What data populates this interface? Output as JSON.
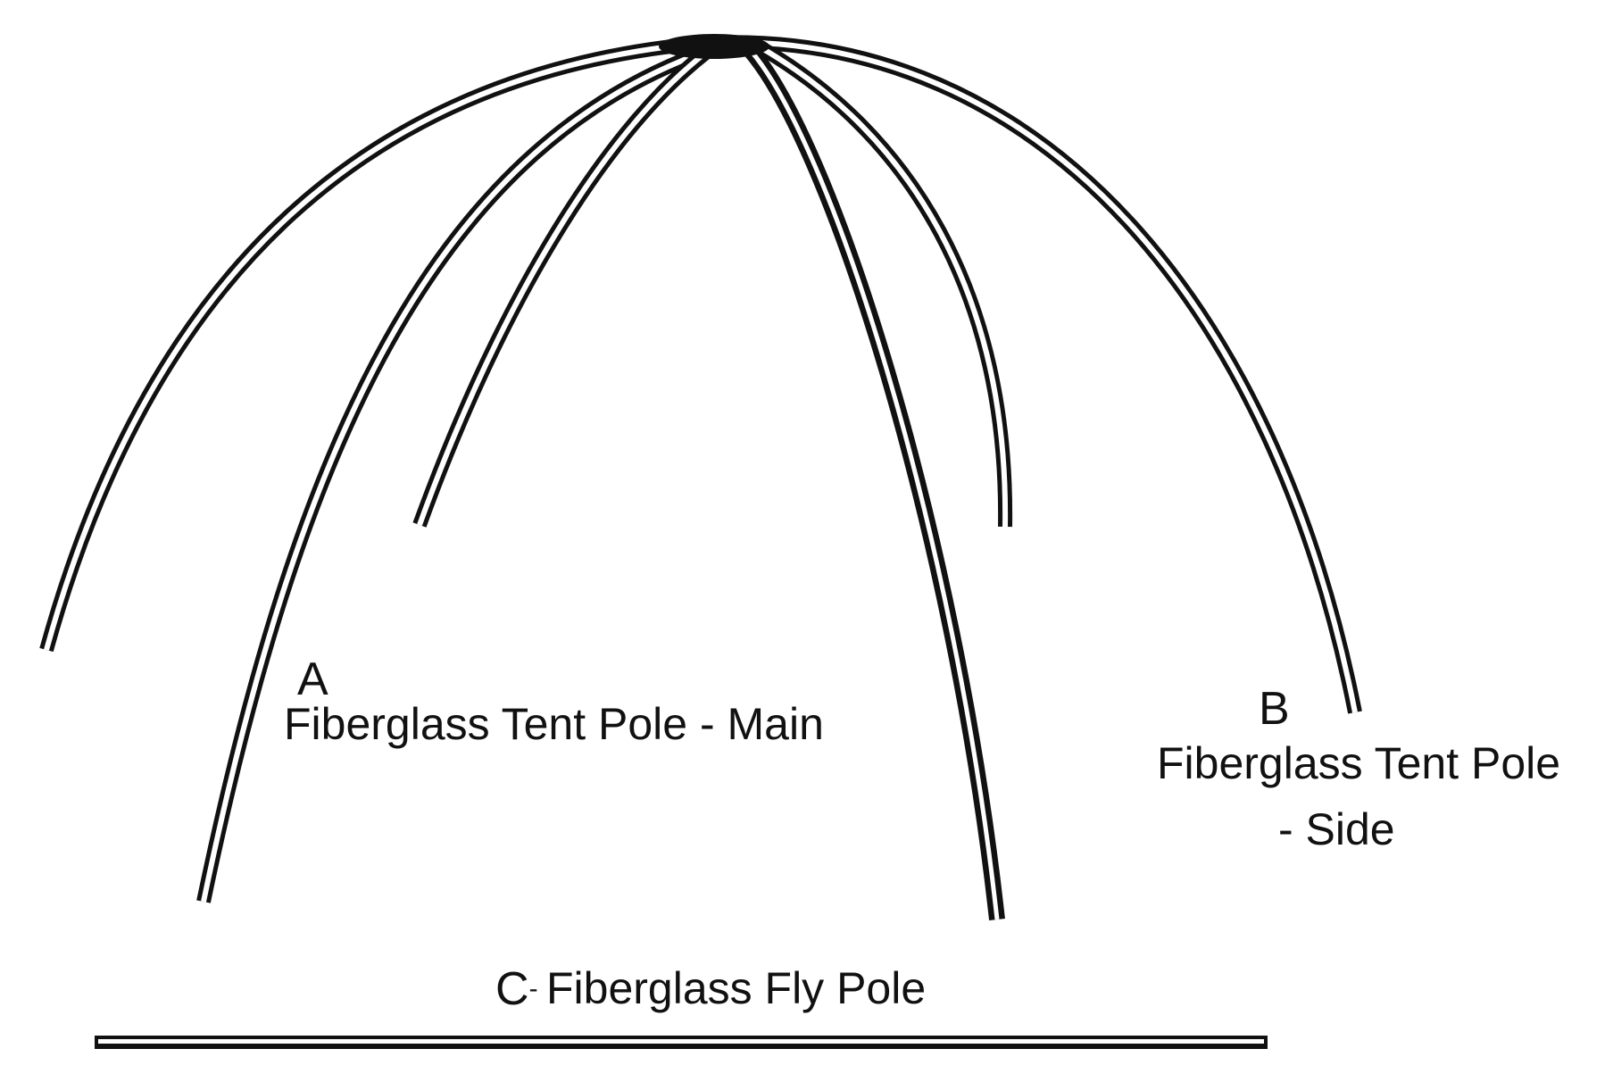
{
  "poles": [
    {
      "id": "A",
      "letter": "A",
      "name": "Fiberglass Tent Pole - Main"
    },
    {
      "id": "B",
      "letter": "B",
      "name_line_1": "Fiberglass Tent Pole",
      "name_line_2": "- Side"
    },
    {
      "id": "C",
      "letter": "C",
      "separator": "-",
      "name": "Fiberglass Fly Pole"
    }
  ],
  "colors": {
    "ink": "#111111",
    "paper": "#ffffff"
  }
}
